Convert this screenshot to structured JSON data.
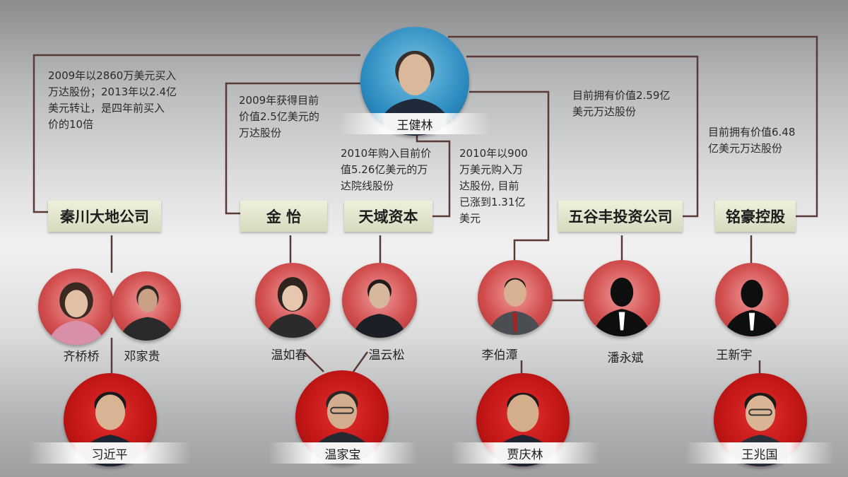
{
  "top": {
    "name": "王健林"
  },
  "companies": [
    {
      "id": "qinchuan",
      "label": "秦川大地公司"
    },
    {
      "id": "jinyi",
      "label": "金 怡"
    },
    {
      "id": "tianyu",
      "label": "天域资本"
    },
    {
      "id": "wugufeng",
      "label": "五谷丰投资公司"
    },
    {
      "id": "minghao",
      "label": "铭豪控股"
    }
  ],
  "notes": {
    "qinchuan": "2009年以2860万美元买入\n万达股份；2013年以2.4亿\n美元转让，是四年前买入\n价的10倍",
    "jinyi": "2009年获得目前\n价值2.5亿美元的\n万达股份",
    "tianyu": "2010年购入目前价\n值5.26亿美元的万\n达院线股份",
    "libotan": "2010年以900\n万美元购入万\n达股份, 目前\n已涨到1.31亿\n美元",
    "wugufeng": "目前拥有价值2.59亿\n美元万达股份",
    "minghao": "目前拥有价值6.48\n亿美元万达股份"
  },
  "people": {
    "qi": "齐桥桥",
    "deng": "邓家贵",
    "wenruchun": "温如春",
    "wenyunsong": "温云松",
    "libotan": "李伯潭",
    "panyongbin": "潘永斌",
    "wangxinyu": "王新宇"
  },
  "leaders": {
    "xi": "习近平",
    "wen": "温家宝",
    "jia": "贾庆林",
    "wang": "王兆国"
  },
  "colors": {
    "connector": "#5a3a36",
    "company_box": "#e5e8cf",
    "relative_circle": "#d24f4f",
    "leader_circle": "#c31616",
    "top_circle": "#2c8bc0"
  }
}
